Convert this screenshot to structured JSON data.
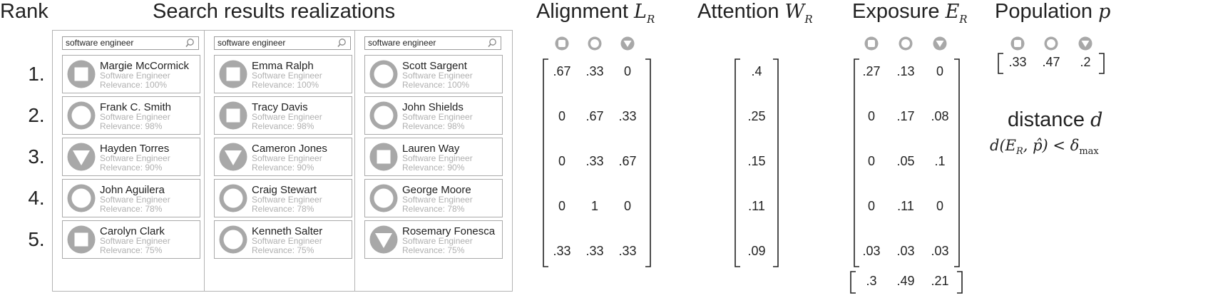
{
  "headings": {
    "rank": "Rank",
    "search_results": "Search results realizations",
    "alignment": {
      "label": "Alignment",
      "sym": "L",
      "sub": "R"
    },
    "attention": {
      "label": "Attention",
      "sym": "W",
      "sub": "R"
    },
    "exposure": {
      "label": "Exposure",
      "sym": "E",
      "sub": "R"
    },
    "population": {
      "label": "Population",
      "sym": "p"
    },
    "distance": {
      "label": "distance",
      "sym": "d"
    }
  },
  "ranks": [
    "1.",
    "2.",
    "3.",
    "4.",
    "5."
  ],
  "shape_icons": [
    "square-icon",
    "circle-icon",
    "triangle-icon"
  ],
  "realizations": [
    {
      "search_query": "software engineer",
      "results": [
        {
          "name": "Margie McCormick",
          "title": "Software Engineer",
          "relevance": "Relevance: 100%",
          "shape": "square"
        },
        {
          "name": "Frank C. Smith",
          "title": "Software Engineer",
          "relevance": "Relevance: 98%",
          "shape": "circle"
        },
        {
          "name": "Hayden Torres",
          "title": "Software Engineer",
          "relevance": "Relevance: 90%",
          "shape": "triangle"
        },
        {
          "name": "John Aguilera",
          "title": "Software Engineer",
          "relevance": "Relevance: 78%",
          "shape": "circle"
        },
        {
          "name": "Carolyn Clark",
          "title": "Software Engineer",
          "relevance": "Relevance: 75%",
          "shape": "square"
        }
      ]
    },
    {
      "search_query": "software engineer",
      "results": [
        {
          "name": "Emma Ralph",
          "title": "Software Engineer",
          "relevance": "Relevance: 100%",
          "shape": "square"
        },
        {
          "name": "Tracy Davis",
          "title": "Software Engineer",
          "relevance": "Relevance: 98%",
          "shape": "square"
        },
        {
          "name": "Cameron Jones",
          "title": "Software Engineer",
          "relevance": "Relevance: 90%",
          "shape": "triangle"
        },
        {
          "name": "Craig Stewart",
          "title": "Software Engineer",
          "relevance": "Relevance: 78%",
          "shape": "circle"
        },
        {
          "name": "Kenneth Salter",
          "title": "Software Engineer",
          "relevance": "Relevance: 75%",
          "shape": "circle"
        }
      ]
    },
    {
      "search_query": "software engineer",
      "results": [
        {
          "name": "Scott Sargent",
          "title": "Software Engineer",
          "relevance": "Relevance: 100%",
          "shape": "circle"
        },
        {
          "name": "John Shields",
          "title": "Software Engineer",
          "relevance": "Relevance: 98%",
          "shape": "circle"
        },
        {
          "name": "Lauren Way",
          "title": "Software Engineer",
          "relevance": "Relevance: 90%",
          "shape": "square"
        },
        {
          "name": "George Moore",
          "title": "Software Engineer",
          "relevance": "Relevance: 78%",
          "shape": "circle"
        },
        {
          "name": "Rosemary Fonesca",
          "title": "Software Engineer",
          "relevance": "Relevance: 75%",
          "shape": "triangle"
        }
      ]
    }
  ],
  "alignment_matrix": [
    [
      ".67",
      ".33",
      "0"
    ],
    [
      "0",
      ".67",
      ".33"
    ],
    [
      "0",
      ".33",
      ".67"
    ],
    [
      "0",
      "1",
      "0"
    ],
    [
      ".33",
      ".33",
      ".33"
    ]
  ],
  "attention_vector": [
    ".4",
    ".25",
    ".15",
    ".11",
    ".09"
  ],
  "exposure_matrix": [
    [
      ".27",
      ".13",
      "0"
    ],
    [
      "0",
      ".17",
      ".08"
    ],
    [
      "0",
      ".05",
      ".1"
    ],
    [
      "0",
      ".11",
      "0"
    ],
    [
      ".03",
      ".03",
      ".03"
    ]
  ],
  "exposure_totals": [
    ".3",
    ".49",
    ".21"
  ],
  "population_vector": [
    ".33",
    ".47",
    ".2"
  ],
  "distance_formula": "d(E_R, p̂) < δ_max",
  "colors": {
    "shape_fill": "#a8a8a8",
    "border": "#aaaaaa",
    "muted_text": "#b0b0b0"
  }
}
